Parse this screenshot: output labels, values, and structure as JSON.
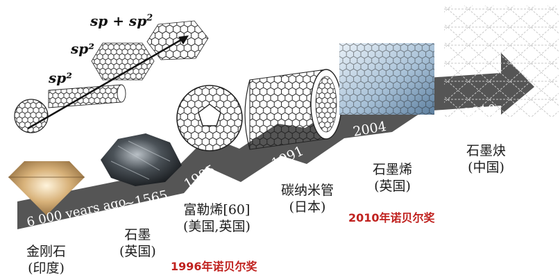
{
  "hybridization": {
    "sp2_tube": "sp²",
    "sp2_sheet": "sp²",
    "sp_sp2_prefix": "sp + sp",
    "sp_sp2_sup": "2"
  },
  "timeline": [
    {
      "year": "6 000 years ago",
      "name": "金刚石",
      "origin": "(印度)"
    },
    {
      "year": "~1565",
      "name": "石墨",
      "origin": "(英国)"
    },
    {
      "year": "1985",
      "name": "富勒烯[60]",
      "origin": "(美国,英国)"
    },
    {
      "year": "1991",
      "name": "碳纳米管",
      "origin": "(日本)"
    },
    {
      "year": "2004",
      "name": "石墨烯",
      "origin": "(英国)"
    },
    {
      "year": "2010",
      "name": "石墨炔",
      "origin": "(中国)"
    }
  ],
  "nobel": {
    "fullerene": "1996年诺贝尔奖",
    "graphene": "2010年诺贝尔奖"
  },
  "colors": {
    "arrow": "#555555",
    "year_text": "#ffffff",
    "nobel_text": "#c0221f"
  }
}
